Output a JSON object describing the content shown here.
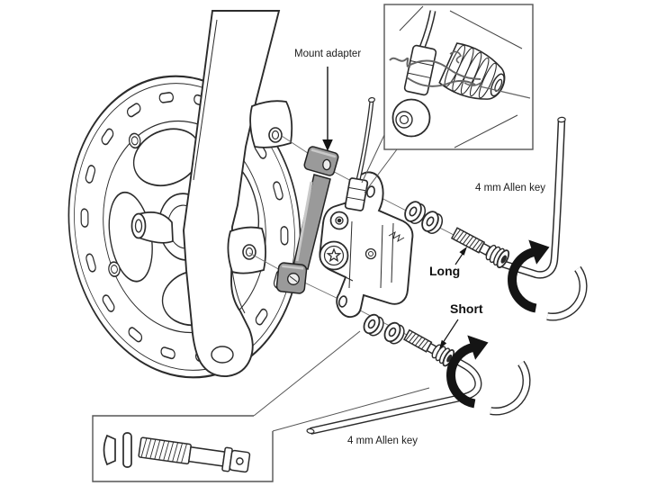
{
  "figure": {
    "type": "technical-illustration",
    "subject": "disc brake caliper and mount adapter installation on a bicycle fork",
    "background_color": "#ffffff",
    "line_color": "#2b2b2b",
    "adapter_fill_color": "#9a9a9a",
    "arrow_color": "#141414",
    "labels": {
      "mount_adapter": "Mount adapter",
      "allen_key_top": "4 mm Allen key",
      "bolt_long": "Long",
      "bolt_short": "Short",
      "allen_key_bottom": "4 mm Allen key"
    }
  }
}
